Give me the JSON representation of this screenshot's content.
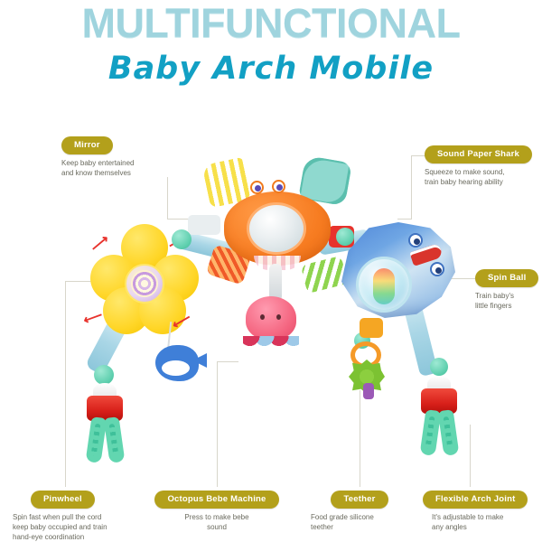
{
  "header": {
    "title_main": "MULTIFUNCTIONAL",
    "title_sub": "Baby Arch Mobile",
    "title_main_color": "#9fd4de",
    "title_sub_color": "#12a0c4"
  },
  "theme": {
    "badge_bg": "#b3a01b",
    "badge_text": "#ffffff",
    "desc_text": "#6a6a5e",
    "leader_line": "#d8d6cb",
    "background": "#ffffff"
  },
  "callouts": [
    {
      "id": "mirror",
      "label": "Mirror",
      "desc": "Keep baby entertained\nand know themselves"
    },
    {
      "id": "sound-paper-shark",
      "label": "Sound Paper Shark",
      "desc": "Squeeze to make sound,\ntrain baby hearing ability"
    },
    {
      "id": "spin-ball",
      "label": "Spin Ball",
      "desc": "Train baby's\nlittle fingers"
    },
    {
      "id": "pinwheel",
      "label": "Pinwheel",
      "desc": "Spin fast when pull the cord\nkeep baby occupied and train\nhand-eye coordination"
    },
    {
      "id": "octopus-bebe-machine",
      "label": "Octopus Bebe Machine",
      "desc": "Press to make bebe\nsound"
    },
    {
      "id": "teether",
      "label": "Teether",
      "desc": "Food grade silicone\nteether"
    },
    {
      "id": "flexible-arch-joint",
      "label": "Flexible Arch Joint",
      "desc": "It's adjustable to make\nany angles"
    }
  ],
  "product": {
    "toys": [
      {
        "name": "crab-mirror-toy",
        "color": "#f77c21"
      },
      {
        "name": "pinwheel-flower-toy",
        "color": "#ffd627"
      },
      {
        "name": "shark-spin-ball-toy",
        "color": "#4f86d8"
      },
      {
        "name": "octopus-squeeze-toy",
        "color": "#f4647f"
      },
      {
        "name": "whale-teether-toy",
        "color": "#3f7fd8"
      },
      {
        "name": "flower-teether-toy",
        "color": "#7cc232"
      },
      {
        "name": "arch-joint-left",
        "color": "#d8201a"
      },
      {
        "name": "arch-joint-right",
        "color": "#d8201a"
      }
    ],
    "arch_color": "#a9d6e6",
    "rotation_arrow_color": "#e8322c"
  }
}
